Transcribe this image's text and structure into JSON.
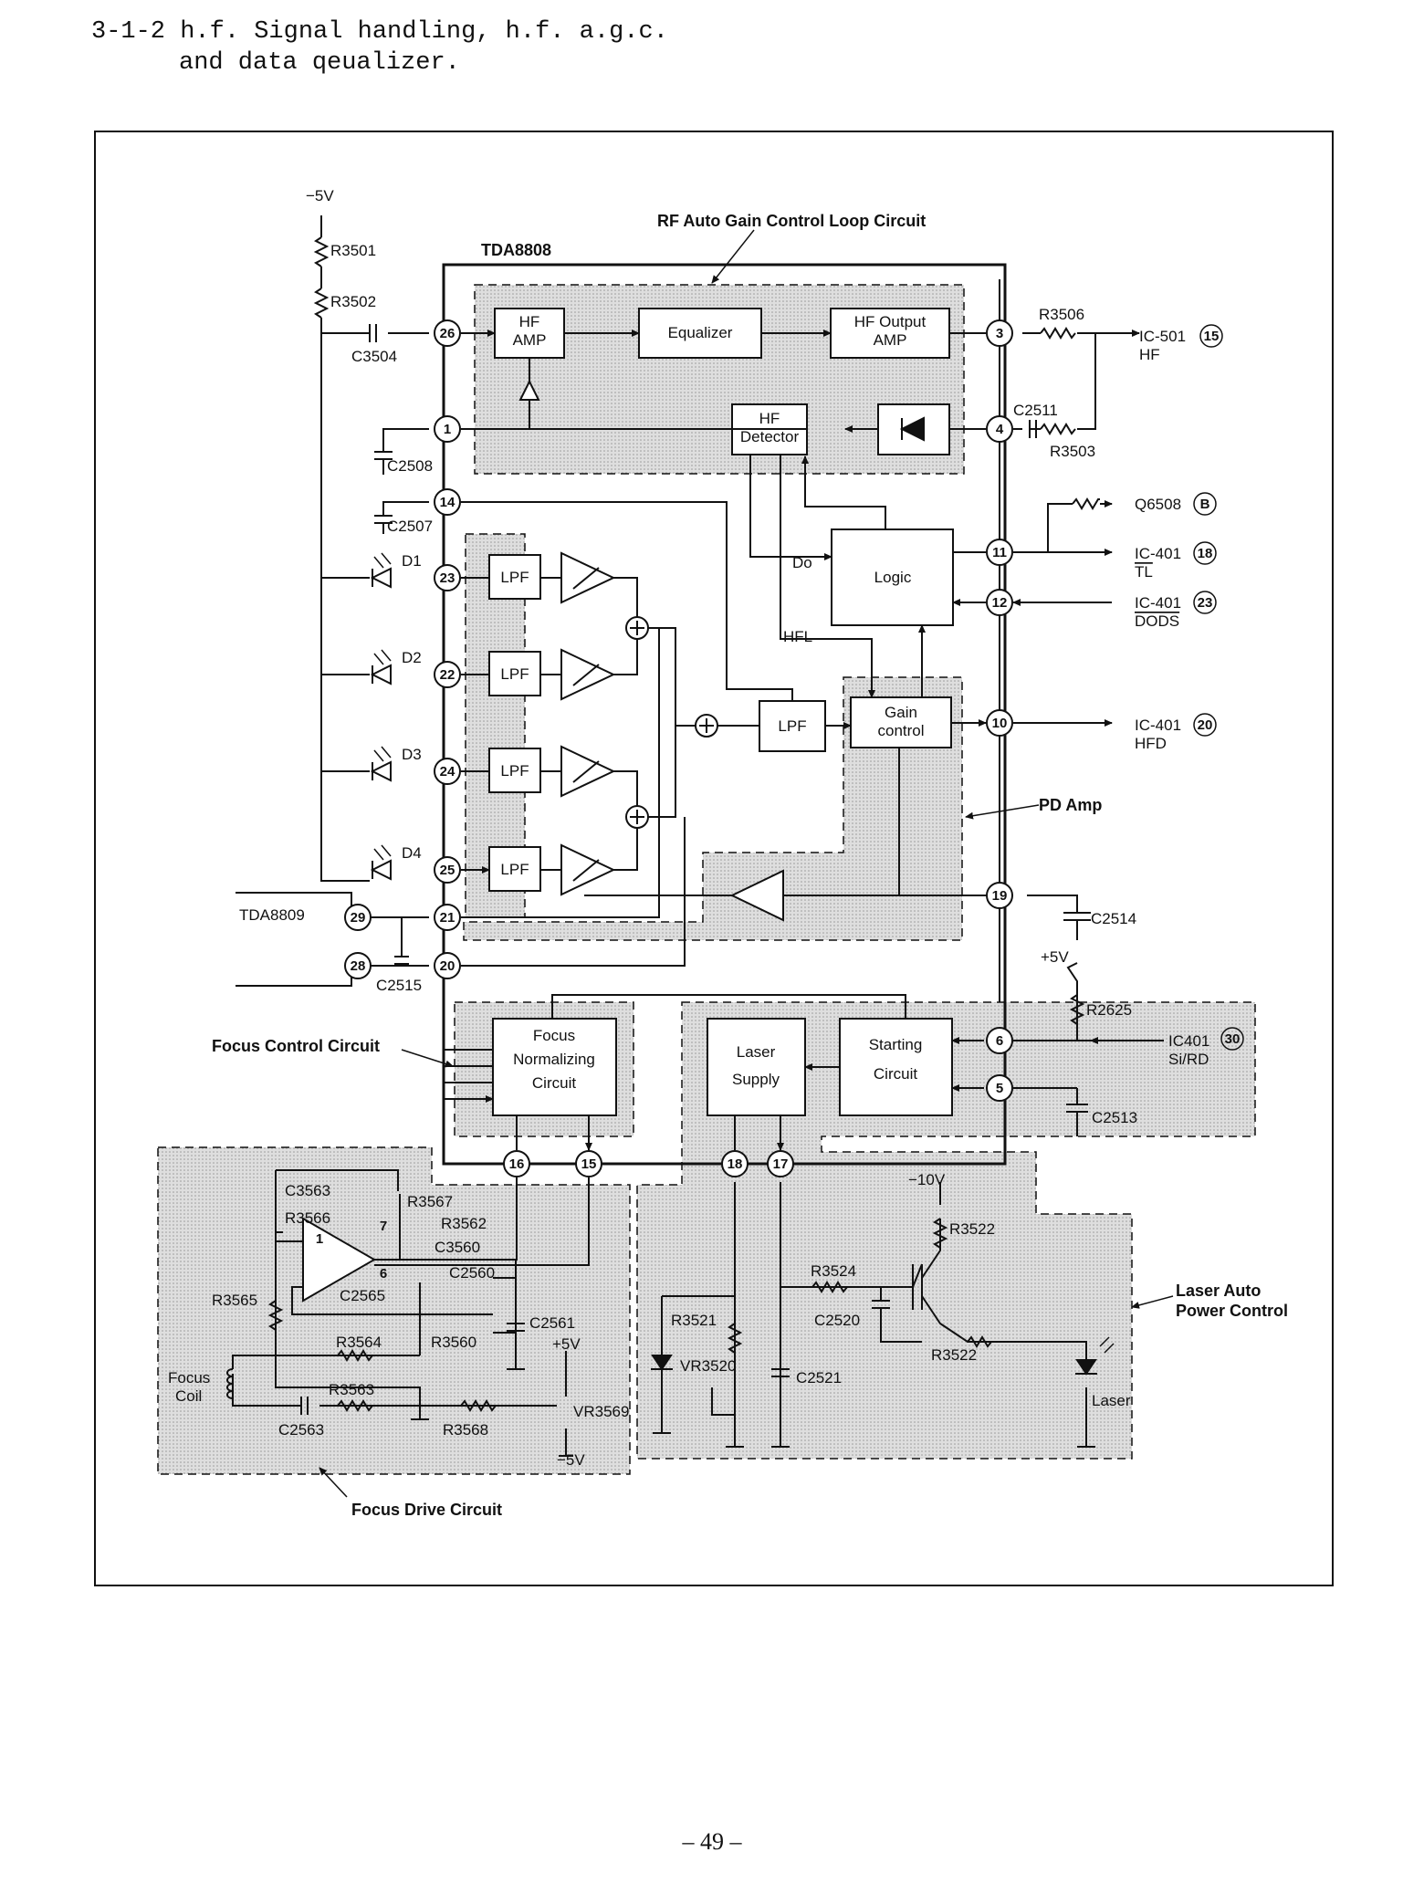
{
  "heading": {
    "line1": "3-1-2 h.f. Signal handling, h.f. a.g.c.",
    "line2": "and data qeualizer."
  },
  "page_number": "– 49 –",
  "chip": {
    "name": "TDA8808"
  },
  "blocks": {
    "hf_amp": [
      "HF",
      "AMP"
    ],
    "equalizer": "Equalizer",
    "hf_output_amp": [
      "HF Output",
      "AMP"
    ],
    "hf_detector": [
      "HF",
      "Detector"
    ],
    "logic": "Logic",
    "lpf": "LPF",
    "gain_control": [
      "Gain",
      "control"
    ],
    "focus_norm": [
      "Focus",
      "Normalizing",
      "Circuit"
    ],
    "laser_supply": [
      "Laser",
      "Supply"
    ],
    "starting": [
      "Starting",
      "Circuit"
    ]
  },
  "section_labels": {
    "rf_agc": "RF Auto Gain Control Loop Circuit",
    "pd_amp": "PD Amp",
    "focus_control": "Focus Control Circuit",
    "focus_drive": "Focus Drive Circuit",
    "laser_apc": [
      "Laser Auto",
      "Power Control"
    ]
  },
  "signals": {
    "do": "Do",
    "hfl": "HFL",
    "tda8809": "TDA8809"
  },
  "pins": {
    "p26": "26",
    "p1": "1",
    "p14": "14",
    "p23": "23",
    "p22": "22",
    "p24": "24",
    "p25": "25",
    "p21": "21",
    "p20": "20",
    "p29": "29",
    "p28": "28",
    "p3": "3",
    "p4": "4",
    "p11": "11",
    "p12": "12",
    "p10": "10",
    "p19": "19",
    "p6": "6",
    "p5": "5",
    "p16": "16",
    "p15": "15",
    "p18": "18",
    "p17": "17"
  },
  "outputs": {
    "ic501": [
      "IC-501",
      "HF",
      "15"
    ],
    "q6508": [
      "Q6508",
      "B"
    ],
    "ic401_tl": [
      "IC-401",
      "TL",
      "18"
    ],
    "ic401_dods": [
      "IC-401",
      "DODS",
      "23"
    ],
    "ic401_hfd": [
      "IC-401",
      "HFD",
      "20"
    ],
    "ic401_si": [
      "IC401",
      "Si/RD",
      "30"
    ]
  },
  "components": {
    "supply_m5": "−5V",
    "r3501": "R3501",
    "r3502": "R3502",
    "c3504": "C3504",
    "c2508": "C2508",
    "c2507": "C2507",
    "d1": "D1",
    "d2": "D2",
    "d3": "D3",
    "d4": "D4",
    "c2515": "C2515",
    "r3506": "R3506",
    "c2511": "C2511",
    "r3503": "R3503",
    "c2514": "C2514",
    "plus5v": "+5V",
    "r2625": "R2625",
    "c2513": "C2513",
    "c3563": "C3563",
    "r3566": "R3566",
    "r3567": "R3567",
    "r3562": "R3562",
    "c3560": "C3560",
    "c2560": "C2560",
    "c2565": "C2565",
    "r3565": "R3565",
    "r3564": "R3564",
    "r3560": "R3560",
    "c2561": "C2561",
    "r3563": "R3563",
    "c2563": "C2563",
    "r3568": "R3568",
    "vr3569": "VR3569",
    "plus5v_b": "+5V",
    "minus5v_b": "−5V",
    "focus_coil": [
      "Focus",
      "Coil"
    ],
    "op1": "1",
    "op7": "7",
    "op6": "6",
    "minus10v": "−10V",
    "r3522a": "R3522",
    "r3524": "R3524",
    "c2520": "C2520",
    "r3522b": "R3522",
    "r3521": "R3521",
    "vr3520": "VR3520",
    "c2521": "C2521",
    "laser": "Laser"
  }
}
